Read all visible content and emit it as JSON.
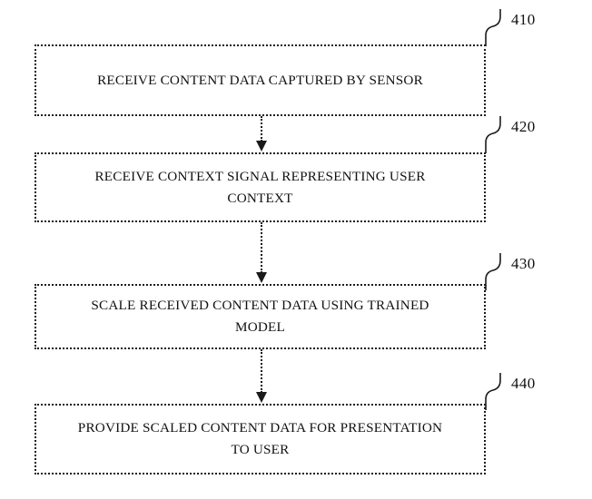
{
  "figure": {
    "type": "patent-flowchart",
    "orientation": "vertical",
    "step_count": 4
  },
  "steps": [
    {
      "ref": "410",
      "text": "RECEIVE CONTENT DATA CAPTURED BY SENSOR",
      "lines": 1
    },
    {
      "ref": "420",
      "text": "RECEIVE CONTEXT SIGNAL REPRESENTING USER\nCONTEXT",
      "lines": 2
    },
    {
      "ref": "430",
      "text": "SCALE RECEIVED CONTENT DATA USING TRAINED\nMODEL",
      "lines": 2
    },
    {
      "ref": "440",
      "text": "PROVIDE SCALED CONTENT DATA FOR PRESENTATION\nTO USER",
      "lines": 2
    }
  ],
  "connectors": [
    {
      "from": "410",
      "to": "420",
      "style": "dotted-arrow-down"
    },
    {
      "from": "420",
      "to": "430",
      "style": "dotted-arrow-down"
    },
    {
      "from": "430",
      "to": "440",
      "style": "dotted-arrow-down"
    }
  ],
  "colors": {
    "background": "#ffffff",
    "line": "#1a1a1a",
    "text": "#111111"
  }
}
